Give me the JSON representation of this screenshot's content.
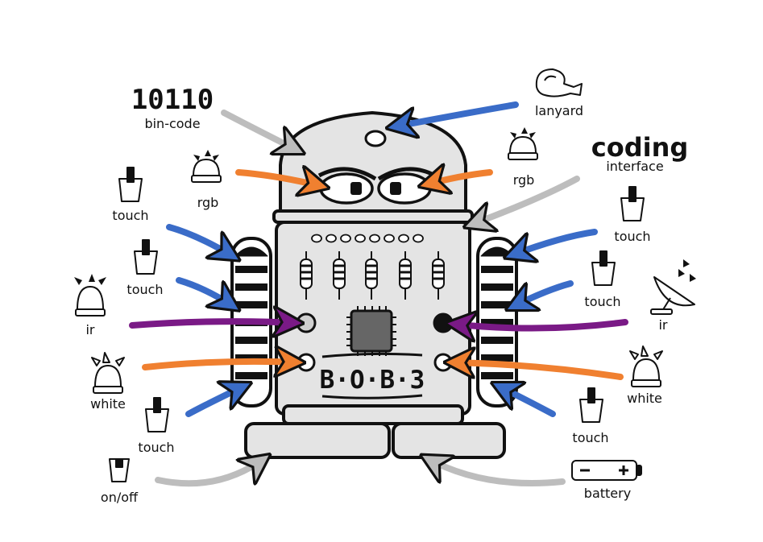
{
  "robot_name": "B·O·B·3",
  "labels": {
    "bin_code_value": "10110",
    "bin_code": "bin-code",
    "lanyard": "lanyard",
    "rgb_left": "rgb",
    "rgb_right": "rgb",
    "coding_title": "coding",
    "coding_subtitle": "interface",
    "touch_1": "touch",
    "touch_2": "touch",
    "touch_3": "touch",
    "touch_4": "touch",
    "touch_5": "touch",
    "touch_6": "touch",
    "ir_left": "ir",
    "ir_right": "ir",
    "white_left": "white",
    "white_right": "white",
    "on_off": "on/off",
    "battery": "battery"
  },
  "colors": {
    "touch": "#3a6cc8",
    "rgb": "#f08030",
    "ir": "#7a1a86",
    "gray": "#bdbdbd",
    "body": "#e4e4e4",
    "outline": "#111111",
    "chip": "#666666"
  },
  "icons": {
    "touch": "touch-sensor-icon",
    "rgb": "rgb-led-icon",
    "ir": "ir-led-icon",
    "white": "white-led-icon",
    "on_off": "switch-icon",
    "battery": "battery-icon",
    "lanyard": "lanyard-icon",
    "ir_receiver": "satellite-dish-icon"
  }
}
